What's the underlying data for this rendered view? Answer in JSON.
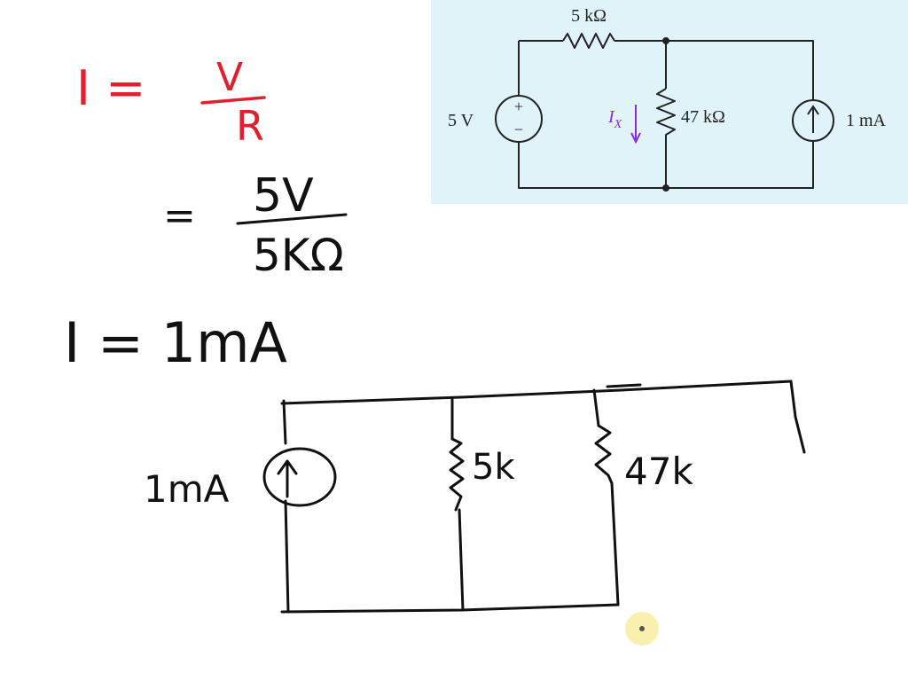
{
  "colors": {
    "circuit_panel_bg": "#dff3f8",
    "ink": "#111111",
    "red_ink": "#e0202e",
    "ix_label": "#8a2be2",
    "cursor_dot": "#f7ec9b"
  },
  "notes": {
    "formula_lhs": "I =",
    "formula_numerator": "V",
    "formula_denominator": "R",
    "step_equals": "=",
    "step_numerator": "5V",
    "step_denominator": "5KΩ",
    "result": "I = 1mA"
  },
  "reference_circuit": {
    "resistor_series_label": "5 kΩ",
    "voltage_source_label": "5 V",
    "voltage_source_plus": "+",
    "voltage_source_minus": "−",
    "current_label_main": "I",
    "current_label_sub": "X",
    "resistor_shunt_label": "47 kΩ",
    "current_source_label": "1 mA"
  },
  "sketch_circuit": {
    "source_label": "1mA",
    "resistor_1_label": "5k",
    "resistor_2_label": "47k"
  }
}
